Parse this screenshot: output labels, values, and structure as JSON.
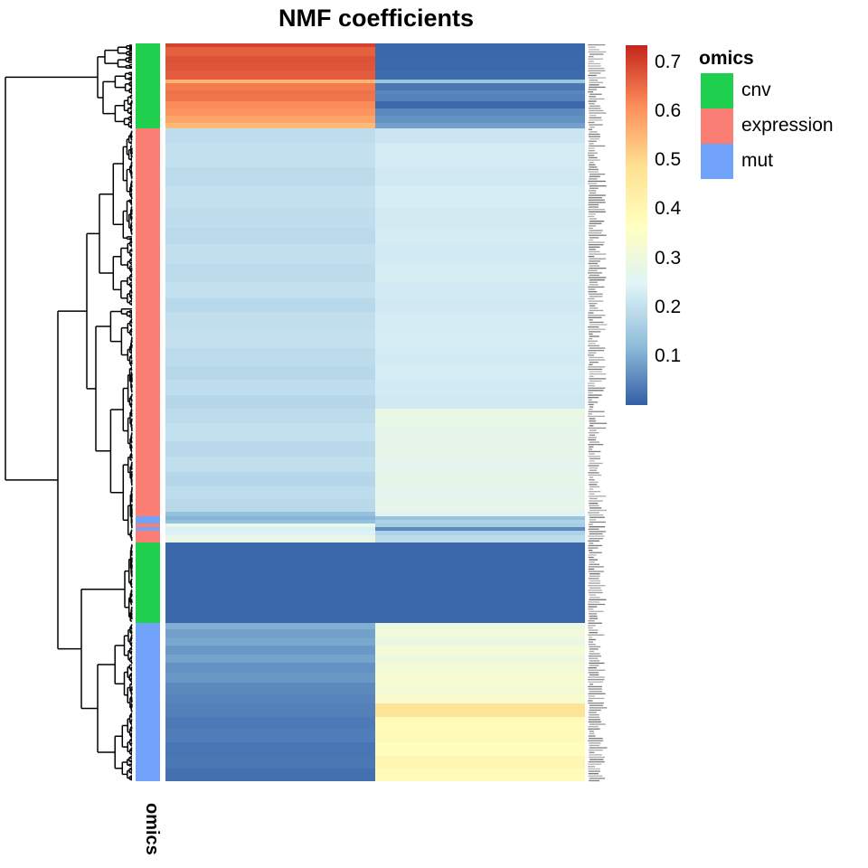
{
  "title": "NMF coefficients",
  "annotation_axis_label": "omics",
  "colorbar": {
    "ticks": [
      "0.7",
      "0.6",
      "0.5",
      "0.4",
      "0.3",
      "0.2",
      "0.1"
    ]
  },
  "legend": {
    "title": "omics",
    "entries": [
      {
        "label": "cnv",
        "color": "#1FD04E"
      },
      {
        "label": "expression",
        "color": "#FB7E74"
      },
      {
        "label": "mut",
        "color": "#70A3F9"
      }
    ]
  },
  "row_labels_note": "column of tiny gray feature labels on the right edge, too small to read",
  "chart_data": {
    "type": "heatmap",
    "title": "NMF coefficients",
    "n_columns": 2,
    "column_labels_visible": false,
    "row_dendrogram": "left",
    "row_annotation": {
      "name": "omics",
      "categories": [
        "cnv",
        "expression",
        "mut"
      ]
    },
    "value_range": [
      0,
      0.735
    ],
    "colormap": {
      "name": "RdYlBu-reversed",
      "vmax": 0.735,
      "stops": [
        {
          "v": 0.0,
          "color": "#335FA7"
        },
        {
          "v": 0.1225,
          "color": "#8FBEDB"
        },
        {
          "v": 0.245,
          "color": "#E0F3F8"
        },
        {
          "v": 0.3675,
          "color": "#FFFFBF"
        },
        {
          "v": 0.49,
          "color": "#FEE090"
        },
        {
          "v": 0.6125,
          "color": "#FC8D59"
        },
        {
          "v": 0.735,
          "color": "#C4251D"
        }
      ]
    },
    "stripes": [
      [
        48,
        52,
        0.7,
        0.01,
        "cnv"
      ],
      [
        52,
        62,
        0.665,
        0.01,
        "cnv"
      ],
      [
        62,
        70,
        0.682,
        0.012,
        "cnv"
      ],
      [
        70,
        78,
        0.678,
        0.01,
        "cnv"
      ],
      [
        78,
        88,
        0.67,
        0.015,
        "cnv"
      ],
      [
        88,
        92,
        0.555,
        0.14,
        "cnv"
      ],
      [
        92,
        100,
        0.632,
        0.03,
        "cnv"
      ],
      [
        100,
        104,
        0.645,
        0.05,
        "cnv"
      ],
      [
        104,
        112,
        0.64,
        0.045,
        "cnv"
      ],
      [
        112,
        120,
        0.615,
        0.012,
        "cnv"
      ],
      [
        120,
        128,
        0.6,
        0.055,
        "cnv"
      ],
      [
        128,
        136,
        0.578,
        0.065,
        "cnv"
      ],
      [
        136,
        142,
        0.548,
        0.085,
        "cnv"
      ],
      [
        142,
        158,
        0.195,
        0.215,
        "expression"
      ],
      [
        158,
        185,
        0.2,
        0.228,
        "expression"
      ],
      [
        185,
        205,
        0.192,
        0.222,
        "expression"
      ],
      [
        205,
        230,
        0.2,
        0.23,
        "expression"
      ],
      [
        230,
        252,
        0.195,
        0.225,
        "expression"
      ],
      [
        252,
        270,
        0.188,
        0.228,
        "expression"
      ],
      [
        270,
        292,
        0.198,
        0.224,
        "expression"
      ],
      [
        292,
        312,
        0.192,
        0.23,
        "expression"
      ],
      [
        312,
        330,
        0.2,
        0.226,
        "expression"
      ],
      [
        330,
        345,
        0.184,
        0.222,
        "expression"
      ],
      [
        345,
        365,
        0.196,
        0.228,
        "expression"
      ],
      [
        365,
        385,
        0.202,
        0.232,
        "expression"
      ],
      [
        385,
        405,
        0.192,
        0.226,
        "expression"
      ],
      [
        405,
        420,
        0.182,
        0.23,
        "expression"
      ],
      [
        420,
        437,
        0.195,
        0.226,
        "expression"
      ],
      [
        437,
        452,
        0.18,
        0.222,
        "expression"
      ],
      [
        452,
        468,
        0.19,
        0.282,
        "expression"
      ],
      [
        468,
        488,
        0.2,
        0.272,
        "expression"
      ],
      [
        488,
        505,
        0.186,
        0.278,
        "expression"
      ],
      [
        505,
        522,
        0.196,
        0.268,
        "expression"
      ],
      [
        522,
        538,
        0.18,
        0.274,
        "expression"
      ],
      [
        538,
        552,
        0.194,
        0.266,
        "expression"
      ],
      [
        552,
        566,
        0.186,
        0.272,
        "expression"
      ],
      [
        566,
        571,
        0.13,
        0.25,
        "expression"
      ],
      [
        571,
        575,
        0.11,
        0.135,
        "mut"
      ],
      [
        575,
        579,
        0.13,
        0.17,
        "mut"
      ],
      [
        579,
        583,
        0.282,
        0.16,
        "expression"
      ],
      [
        583,
        587,
        0.235,
        0.055,
        "mut"
      ],
      [
        587,
        592,
        0.24,
        0.17,
        "expression"
      ],
      [
        592,
        600,
        0.28,
        0.19,
        "expression"
      ],
      [
        600,
        689,
        0.01,
        0.01,
        "cnv"
      ],
      [
        689,
        696,
        0.105,
        0.295,
        "mut"
      ],
      [
        696,
        706,
        0.085,
        0.31,
        "mut"
      ],
      [
        706,
        714,
        0.095,
        0.29,
        "mut"
      ],
      [
        714,
        724,
        0.075,
        0.32,
        "mut"
      ],
      [
        724,
        733,
        0.088,
        0.3,
        "mut"
      ],
      [
        733,
        744,
        0.065,
        0.315,
        "mut"
      ],
      [
        744,
        755,
        0.072,
        0.33,
        "mut"
      ],
      [
        755,
        768,
        0.055,
        0.318,
        "mut"
      ],
      [
        768,
        778,
        0.048,
        0.34,
        "mut"
      ],
      [
        778,
        793,
        0.042,
        0.475,
        "mut"
      ],
      [
        793,
        807,
        0.035,
        0.38,
        "mut"
      ],
      [
        807,
        821,
        0.04,
        0.392,
        "mut"
      ],
      [
        821,
        836,
        0.028,
        0.372,
        "mut"
      ],
      [
        836,
        850,
        0.032,
        0.402,
        "mut"
      ],
      [
        850,
        864,
        0.022,
        0.385,
        "mut"
      ]
    ]
  }
}
